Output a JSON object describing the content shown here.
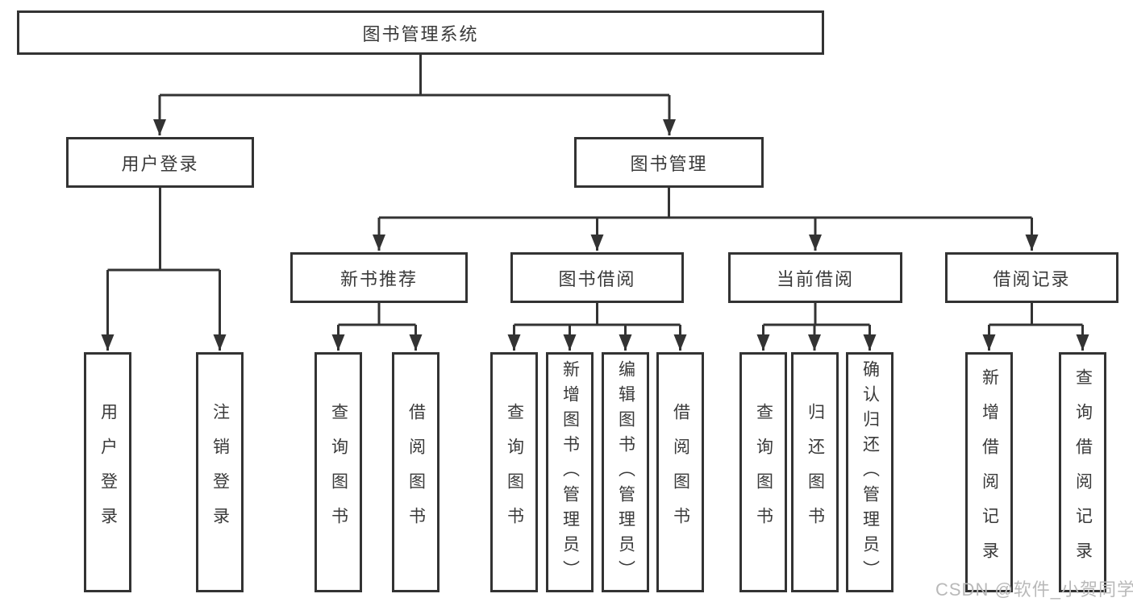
{
  "tree": {
    "root": {
      "label": "图书管理系统"
    },
    "children": [
      {
        "label": "用户登录",
        "children": [
          {
            "label": "用户登录"
          },
          {
            "label": "注销登录"
          }
        ]
      },
      {
        "label": "图书管理",
        "children": [
          {
            "label": "新书推荐",
            "children": [
              {
                "label": "查询图书"
              },
              {
                "label": "借阅图书"
              }
            ]
          },
          {
            "label": "图书借阅",
            "children": [
              {
                "label": "查询图书"
              },
              {
                "label": "新增图书（管理员）"
              },
              {
                "label": "编辑图书（管理员）"
              },
              {
                "label": "借阅图书"
              }
            ]
          },
          {
            "label": "当前借阅",
            "children": [
              {
                "label": "查询图书"
              },
              {
                "label": "归还图书"
              },
              {
                "label": "确认归还（管理员）"
              }
            ]
          },
          {
            "label": "借阅记录",
            "children": [
              {
                "label": "新增借阅记录"
              },
              {
                "label": "查询借阅记录"
              }
            ]
          }
        ]
      }
    ]
  },
  "watermark": {
    "text": "CSDN @软件_小贺同学"
  },
  "colors": {
    "line": "#333333",
    "text": "#3a3a3a",
    "watermark": "#b9b9b9",
    "background": "#ffffff"
  }
}
